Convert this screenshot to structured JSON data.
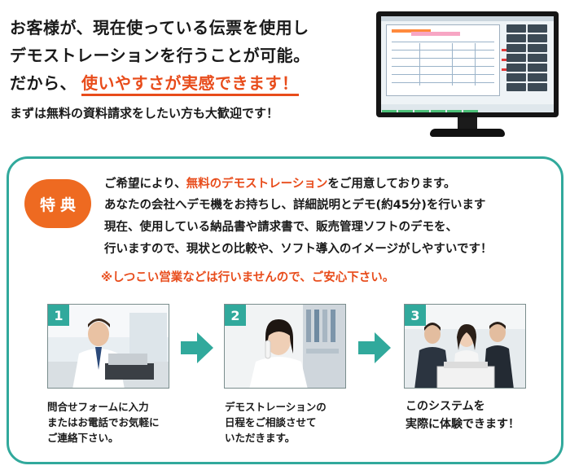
{
  "hero": {
    "line1": "お客様が、現在使っている伝票を使用し",
    "line2": "デモストレーションを行うことが可能。",
    "line3_prefix": "だから、",
    "line3_highlight": "使いやすさが実感できます！",
    "subline": "まずは無料の資料請求をしたい方も大歓迎です！"
  },
  "benefit": {
    "badge": "特典",
    "line1_prefix": "ご希望により、",
    "line1_highlight": "無料のデモストレーション",
    "line1_suffix": "をご用意しております。",
    "line2": "あなたの会社へデモ機をお持ちし、詳細説明とデモ(約45分)を行います",
    "line3": "現在、使用している納品書や請求書で、販売管理ソフトのデモを、",
    "line4": "行いますので、現状との比較や、ソフト導入のイメージがしやすいです！",
    "note": "※しつこい営業などは行いませんので、ご安心下さい。"
  },
  "steps": [
    {
      "number": "1",
      "caption_lines": [
        "問合せフォームに入力",
        "またはお電話でお気軽に",
        "ご連絡下さい。"
      ]
    },
    {
      "number": "2",
      "caption_lines": [
        "デモストレーションの",
        "日程をご相談させて",
        "いただきます。"
      ]
    },
    {
      "number": "3",
      "caption_lines": [
        "このシステムを",
        "実際に体験できます！"
      ]
    }
  ],
  "colors": {
    "accent_orange": "#e84c1b",
    "badge_orange": "#ee6a21",
    "teal": "#31a99c"
  }
}
